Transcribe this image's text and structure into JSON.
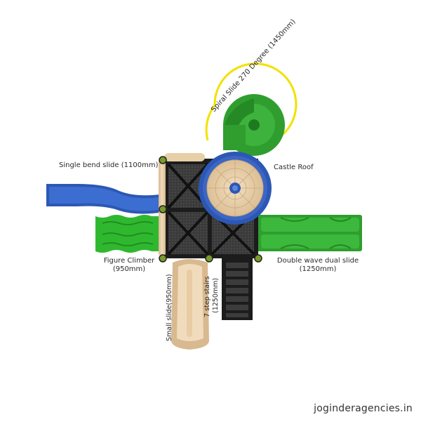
{
  "labels": {
    "spiral_slide": "Spiral Slide 270 Degree (1450mm)",
    "castle_roof": "Castle Roof",
    "single_bend_slide": "Single bend slide (1100mm)",
    "figure_climber": "Figure Climber",
    "figure_climber_size": "(950mm)",
    "double_wave": "Double wave dual slide",
    "double_wave_size": "(1250mm)",
    "small_slide": "Small slide(950mm)",
    "stairs": "7 step stairs",
    "stairs_size": "(1250mm)"
  },
  "watermark": "joginderagencies.in",
  "colors": {
    "green": "#2f9e2f",
    "blue": "#2c57b5",
    "beige": "#e4c9a2",
    "black": "#1c1c1c",
    "yellow": "#f2e100"
  }
}
